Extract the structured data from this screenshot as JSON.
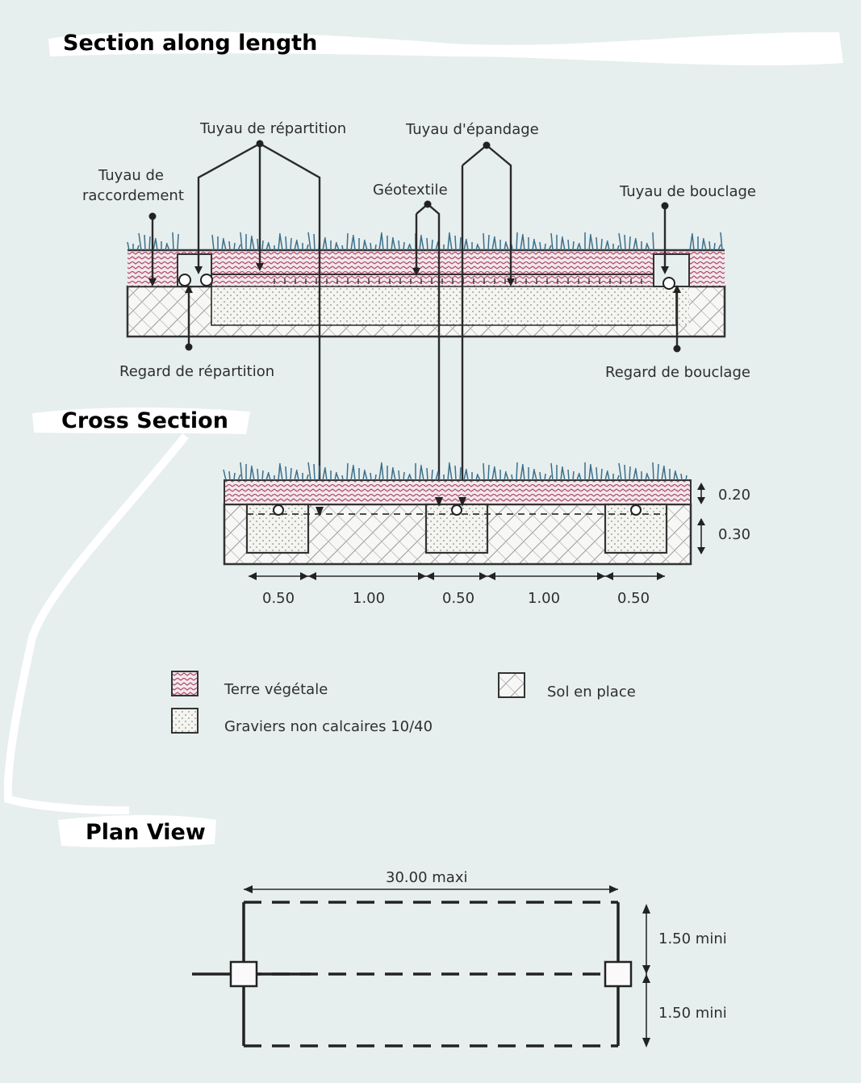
{
  "headings": {
    "section_along_length": "Section along length",
    "cross_section": "Cross Section",
    "plan_view": "Plan View"
  },
  "labels": {
    "tuyau_repartition": "Tuyau de répartition",
    "tuyau_epandage": "Tuyau d'épandage",
    "tuyau_raccordement_1": "Tuyau de",
    "tuyau_raccordement_2": "raccordement",
    "geotextile": "Géotextile",
    "tuyau_bouclage": "Tuyau de bouclage",
    "regard_repartition": "Regard de répartition",
    "regard_bouclage": "Regard de bouclage"
  },
  "cross_section": {
    "depths": [
      "0.20",
      "0.30"
    ],
    "widths": [
      "0.50",
      "1.00",
      "0.50",
      "1.00",
      "0.50"
    ]
  },
  "legend": {
    "terre_vegetale": "Terre végétale",
    "graviers": "Graviers non calcaires 10/40",
    "sol_en_place": "Sol en place"
  },
  "plan": {
    "length": "30.00 maxi",
    "width_1": "1.50 mini",
    "width_2": "1.50 mini"
  },
  "colors": {
    "background": "#e6eeee",
    "topsoil_zigzag": "#b04a6a",
    "grass": "#3b6f8a"
  }
}
